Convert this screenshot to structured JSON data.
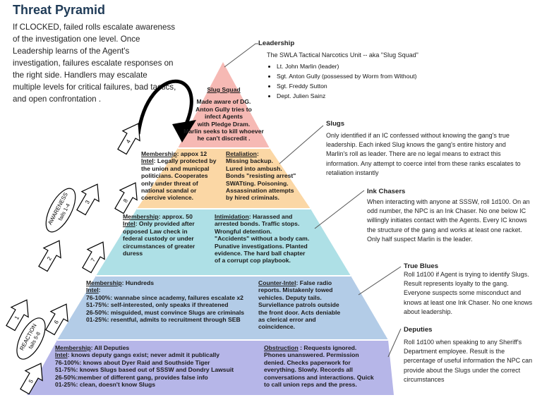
{
  "title": "Threat Pyramid",
  "intro": "If CLOCKED, failed rolls escalate awareness of the investigation one level. Once Leadership learns of the Agent's investigation, failures escalate responses on the right side.  Handlers may escalate multiple levels for critical failures, bad tactics, and open confrontation .",
  "colors": {
    "tier1": "#f6b9b4",
    "tier2": "#fbd7a5",
    "tier3": "#aee0e6",
    "tier4": "#b3cce7",
    "tier5": "#b6b6e8",
    "heading": "#1f3b57"
  },
  "pyramid": {
    "tier1": {
      "title": "Slug Squad",
      "lines": [
        "Made aware of DG.",
        "Anton Gully tries to",
        "infect Agents",
        "with Pledge Dram.",
        "Marlin seeks to kill whoever",
        "he can't discredit ."
      ]
    },
    "tier2": {
      "left_label": "Membership",
      "left_first": ": appox 12",
      "left_lines": [
        "Intel: Legally protected by",
        "the union and municpal",
        "politicians. Cooperates",
        "only under threat of",
        "national scandal or",
        "coercive violence."
      ],
      "right_label": "Retaliation",
      "right_first": ":",
      "right_lines": [
        "Missing backup.",
        "Lured into ambush.",
        "Bonds \"resisting arrest\"",
        "SWATting. Poisoning.",
        "Assassination attempts",
        "by hired criminals."
      ]
    },
    "tier3": {
      "left_label": "Membership",
      "left_first": ": approx. 50",
      "left_lines": [
        "Intel: Only provided after",
        "opposed Law check in",
        "federal custody or under",
        "circumstances of greater",
        "duress"
      ],
      "right_label": "Intimidation",
      "right_first": ":  Harassed and",
      "right_lines": [
        "arrested bonds. Traffic stops.",
        "Wrongful detention.",
        "\"Accidents\" without a body cam.",
        "Punative investigations. Planted",
        "evidence. The hard ball chapter",
        "of a corrupt cop playbook."
      ]
    },
    "tier4": {
      "left_label": "Membership",
      "left_first": ": Hundreds",
      "left_lines": [
        "Intel:",
        "76-100%: wannabe since academy, failures escalate x2",
        "51-75%: self-interested, only speaks if threatened",
        "26-50%: misguided, must convince Slugs are criminals",
        "01-25%: resentful, admits to recruitment through SEB"
      ],
      "right_label": "Counter-Intel",
      "right_first": ":  False radio",
      "right_lines": [
        "reports. Mistakenly towed",
        "vehicles.  Deputy tails.",
        "Surviellance patrols outside",
        "the front door. Acts deniable",
        "as clerical error and",
        "coincidence."
      ]
    },
    "tier5": {
      "left_label": "Membership",
      "left_first": ": All Deputies",
      "left_lines": [
        "Intel: knows deputy gangs exist; never admit it publically",
        "76-100%: knows about Dyer Raid and Southside Tiger",
        "51-75%: knows Slugs based out of SSSW and Dondry Lawsuit",
        "26-50%:member of different gang, provides false info",
        "01-25%: clean, doesn't know Slugs"
      ],
      "right_label": "Obstruction",
      "right_first": " : Requests ignored.",
      "right_lines": [
        "Phones unanswered. Permission",
        "denied. Checks paperwork for",
        "everything. Slowly.  Records all",
        "conversations and interactions. Quick",
        "to call union reps and the press."
      ]
    }
  },
  "leadership": {
    "heading": "Leadership",
    "subtitle": "The SWLA Tactical Narcotics Unit -- aka \"Slug Squad\"",
    "members": [
      "Lt. John Marlin (leader)",
      "Sgt. Anton Gully (possessed by Worm from Without)",
      "Sgt. Freddy Sutton",
      "Dept. Julien Sainz"
    ]
  },
  "slugs": {
    "heading": "Slugs",
    "body": "Only identified if an IC confessed without knowing the gang's true leadership. Each inked Slug knows the gang's entire history and Marlin's roll as leader. There are no legal means to extract this information. Any  attempt to coerce intel from these ranks escalates to retaliation instantly"
  },
  "ink_chasers": {
    "heading": "Ink Chasers",
    "body": "When interacting with anyone at SSSW, roll 1d100. On an odd number, the NPC is an Ink Chaser. No one below IC  willingly initiates contact with the Agents. Every IC knows the structure of the gang and works at least  one racket. Only half suspect Marlin is the leader."
  },
  "true_blues": {
    "heading": "True Blues",
    "body": "Roll 1d100 if Agent is trying to identify Slugs.  Result represents loyalty to the gang. Everyone suspects some misconduct and knows at least one Ink Chaser. No one knows about leadership."
  },
  "deputies": {
    "heading": "Deputies",
    "body": "Roll 1d100 when speaking to any Sheriff's Department employee. Result is the percentage of useful information the NPC can provide about the Slugs under the correct circumstances"
  },
  "awareness": {
    "title": "AWARENESS",
    "sub": "fails 1-4"
  },
  "reaction": {
    "title": "REACTION",
    "sub": "fails 5-8"
  },
  "arrows_left": [
    "1",
    "2",
    "3",
    "4"
  ],
  "arrows_right": [
    "5",
    "6",
    "7",
    "8"
  ]
}
